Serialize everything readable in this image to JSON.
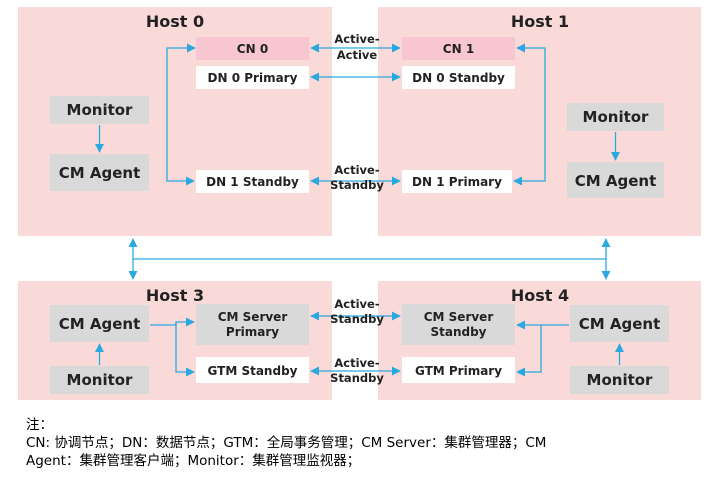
{
  "colors": {
    "host_bg": "#fadad9",
    "component_gray": "#d9d9d9",
    "cn_pink": "#f7c6d0",
    "connector_blue": "#2aa8e0"
  },
  "hosts": {
    "host0": "Host 0",
    "host1": "Host 1",
    "host3": "Host 3",
    "host4": "Host 4"
  },
  "components": {
    "cn0": "CN 0",
    "cn1": "CN 1",
    "dn0_primary": "DN 0 Primary",
    "dn0_standby": "DN 0 Standby",
    "dn1_standby": "DN 1 Standby",
    "dn1_primary": "DN 1 Primary",
    "monitor_h0": "Monitor",
    "cm_agent_h0": "CM Agent",
    "monitor_h1": "Monitor",
    "cm_agent_h1": "CM Agent",
    "cm_agent_h3": "CM Agent",
    "monitor_h3": "Monitor",
    "cm_server_primary": [
      "CM Server",
      "Primary"
    ],
    "gtm_standby": "GTM Standby",
    "cm_server_standby": [
      "CM Server",
      "Standby"
    ],
    "gtm_primary": "GTM Primary",
    "cm_agent_h4": "CM Agent",
    "monitor_h4": "Monitor"
  },
  "links": {
    "cn_link": [
      "Active-",
      "Active"
    ],
    "dn1_link": [
      "Active-",
      "Standby"
    ],
    "cms_link": [
      "Active-",
      "Standby"
    ],
    "gtm_link": [
      "Active-",
      "Standby"
    ]
  },
  "notes": {
    "title": "注：",
    "line1": "CN: 协调节点；DN：数据节点；GTM：全局事务管理；CM Server：集群管理器；CM",
    "line2": "Agent：集群管理客户端；Monitor：集群管理监视器；"
  }
}
